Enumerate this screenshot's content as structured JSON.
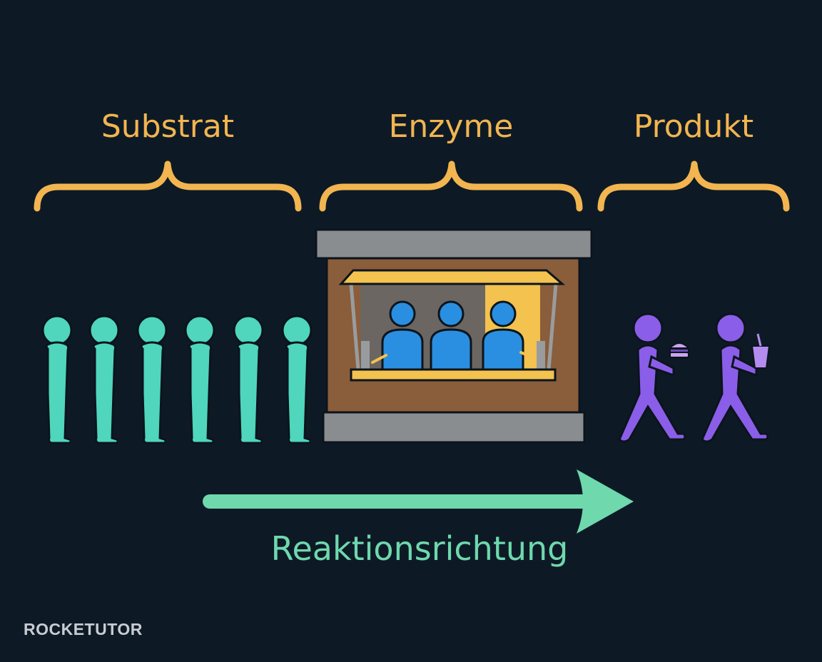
{
  "labels": {
    "substrate": "Substrat",
    "enzyme": "Enzyme",
    "product": "Produkt",
    "direction": "Reaktionsrichtung"
  },
  "logo": {
    "text": "ROCKETUTOR"
  },
  "colors": {
    "background": "#0d1a26",
    "brace": "#f2b550",
    "substrate_figure": "#4fd6bc",
    "enzyme_figure": "#2a8fe0",
    "product_figure": "#8a5ee8",
    "booth_wall": "#8a5d3b",
    "booth_awning": "#f3c24f",
    "arrow": "#6fd8ad"
  },
  "icons": [
    "left-brace-icon",
    "queue-person-icon",
    "food-stall-icon",
    "worker-icon",
    "walking-person-icon",
    "burger-icon",
    "drink-cup-icon",
    "arrow-right-icon"
  ]
}
